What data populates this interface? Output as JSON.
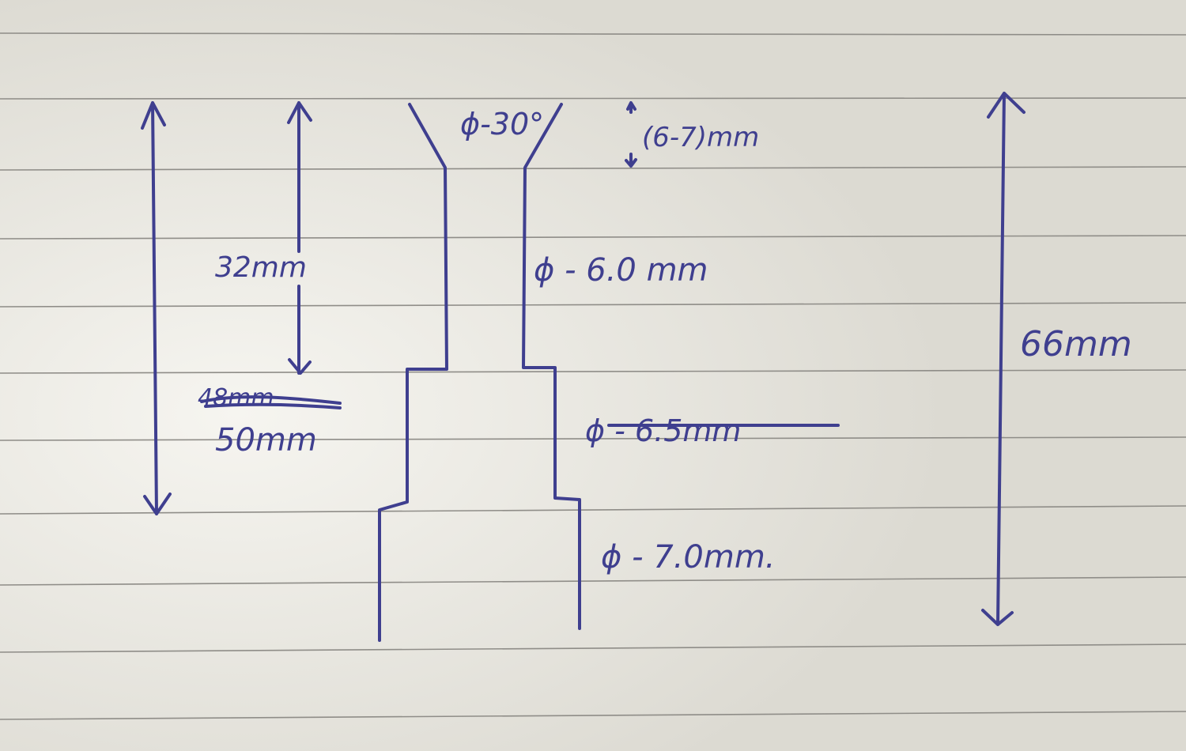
{
  "diagram": {
    "labels": {
      "taper_angle": "ϕ-30°",
      "taper_length": "(6-7)mm",
      "shaft_diameter": "ϕ - 6.0 mm",
      "middle_diameter": "ϕ - 6.5mm",
      "base_diameter": "ϕ - 7.0mm.",
      "length_32": "32mm",
      "length_48_crossed": "48mm",
      "length_50": "50mm",
      "total_length": "66mm"
    },
    "ink_color": "#3f3f8f",
    "paper_color": "#e4e2da"
  }
}
